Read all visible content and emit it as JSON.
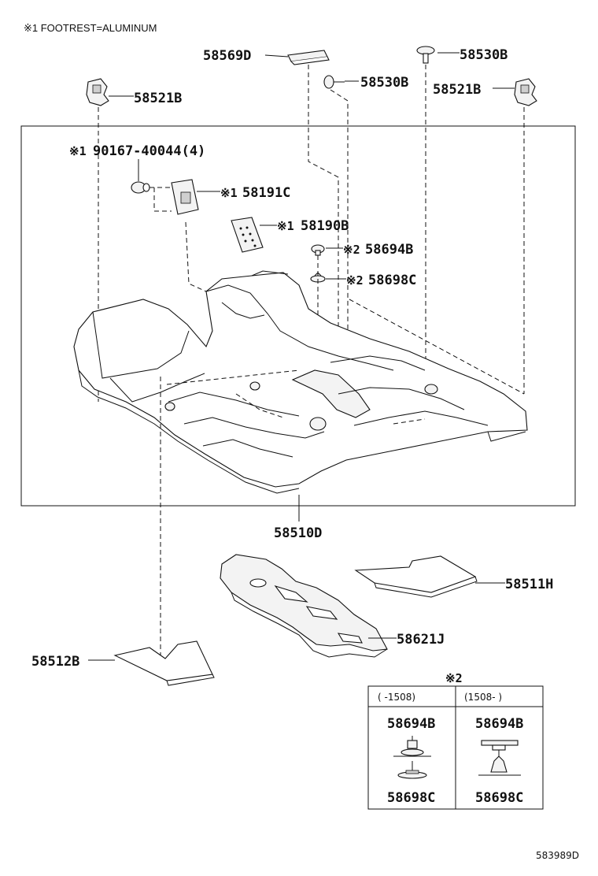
{
  "header_note": "※1 FOOTREST=ALUMINUM",
  "diagram_id": "583989D",
  "parts": {
    "p58569D": "58569D",
    "p58530B_top": "58530B",
    "p58530B_mid": "58530B",
    "p58521B_left": "58521B",
    "p58521B_right": "58521B",
    "p90167": "90167-40044(4)",
    "p58191C": "58191C",
    "p58190B": "58190B",
    "p58694B": "58694B",
    "p58698C": "58698C",
    "p58510D": "58510D",
    "p58511H": "58511H",
    "p58621J": "58621J",
    "p58512B": "58512B"
  },
  "marks": {
    "m1": "※1",
    "m2": "※2"
  },
  "inset": {
    "title": "※2",
    "col1_header": "(  -1508)",
    "col2_header": "(1508-  )",
    "col1_top": "58694B",
    "col1_bottom": "58698C",
    "col2_top": "58694B",
    "col2_bottom": "58698C"
  }
}
